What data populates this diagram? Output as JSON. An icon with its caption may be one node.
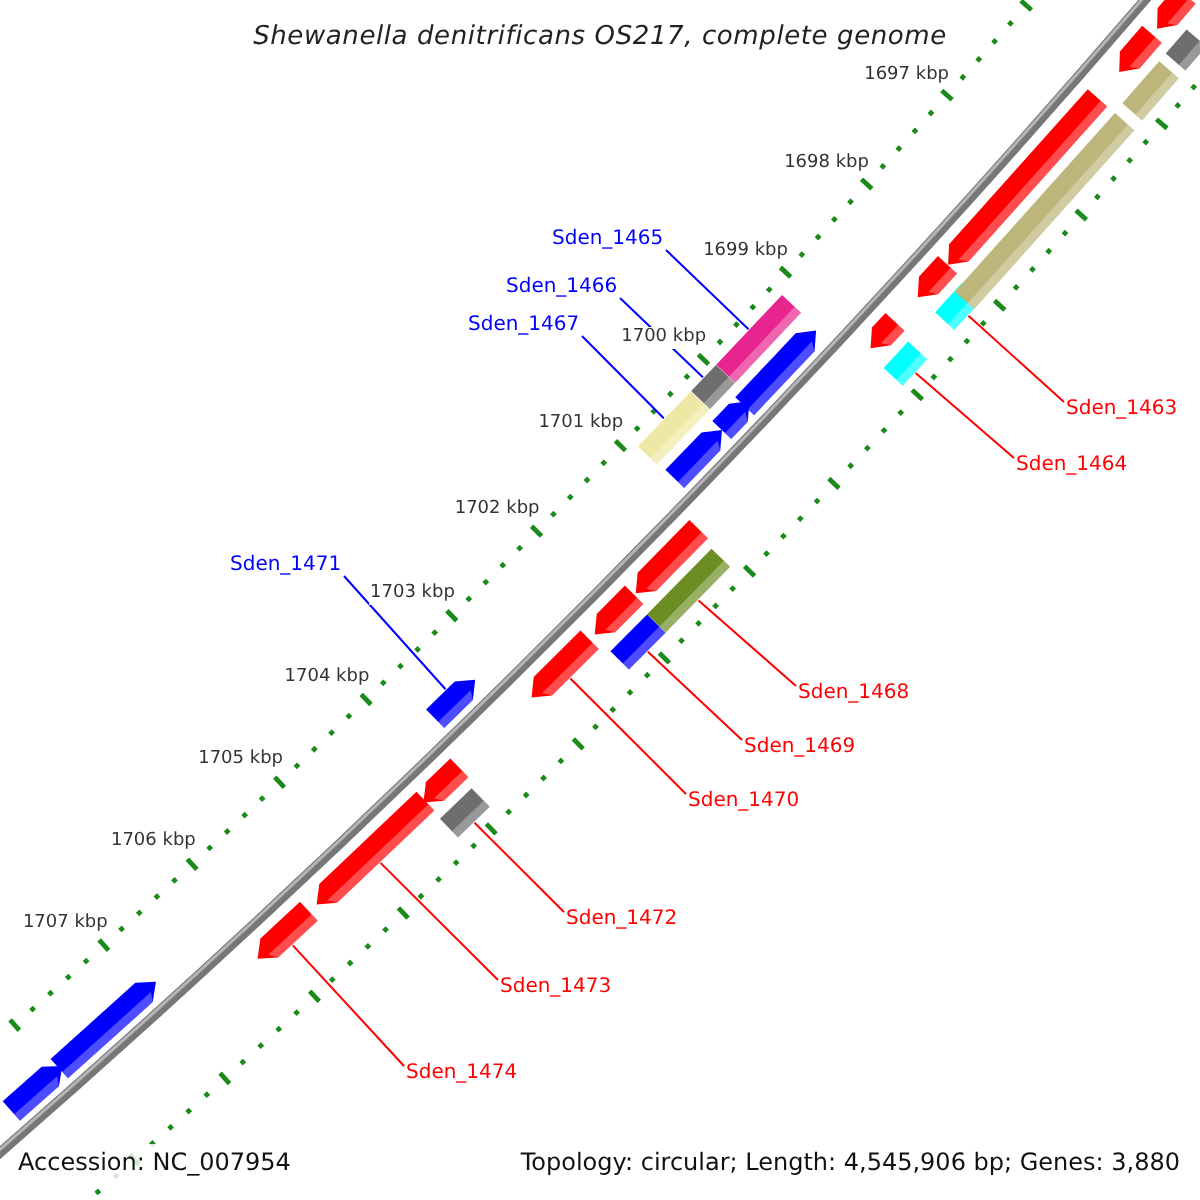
{
  "diagram": {
    "title": "Shewanella denitrificans OS217, complete genome",
    "nodes": [
      {
        "text": [
          "Sden_1465"
        ]
      },
      {
        "text": [
          "Sden_1466"
        ]
      },
      {
        "text": [
          "Sden_1467"
        ]
      },
      {
        "text": [
          "Sden_1463"
        ]
      },
      {
        "text": [
          "Sden_1464"
        ]
      },
      {
        "text": [
          "Sden_1471"
        ]
      },
      {
        "text": [
          "Sden_1468"
        ]
      },
      {
        "text": [
          "Sden_1469"
        ]
      },
      {
        "text": [
          "Sden_1470"
        ]
      },
      {
        "text": [
          "Sden_1472"
        ]
      },
      {
        "text": [
          "Sden_1473"
        ]
      },
      {
        "text": [
          "Sden_1474"
        ]
      },
      {
        "text": [],
        "shape": "bar"
      },
      {
        "text": [],
        "shape": "bar"
      },
      {
        "text": [],
        "shape": "bar"
      },
      {
        "text": [],
        "shape": "bar"
      },
      {
        "text": [],
        "shape": "bar"
      },
      {
        "text": [],
        "shape": "arrow"
      },
      {
        "text": [],
        "shape": "bar"
      },
      {
        "text": [],
        "shape": "bar"
      },
      {
        "text": [],
        "shape": "arrow"
      },
      {
        "text": [],
        "shape": "bar"
      },
      {
        "text": [],
        "shape": "arrow"
      },
      {
        "text": [],
        "shape": "arrow"
      },
      {
        "text": [],
        "shape": "arrow"
      },
      {
        "text": [],
        "shape": "arrow"
      },
      {
        "text": [],
        "shape": "arrow"
      },
      {
        "text": [],
        "shape": "arrow"
      },
      {
        "text": [],
        "shape": "arrow"
      },
      {
        "text": [],
        "shape": "arrow"
      },
      {
        "text": [],
        "shape": "arrow"
      },
      {
        "text": [],
        "shape": "arrow"
      },
      {
        "text": [],
        "shape": "arrow"
      },
      {
        "text": [],
        "shape": "arrow"
      },
      {
        "text": [],
        "shape": "arrow"
      },
      {
        "text": [],
        "shape": "arrow"
      },
      {
        "text": [],
        "shape": "arrow"
      },
      {
        "text": [],
        "shape": "bar"
      },
      {
        "text": [],
        "shape": "bar"
      },
      {
        "text": [],
        "shape": "bar"
      }
    ],
    "edges": [
      {
        "from": 0,
        "to": 12,
        "arrow": "none",
        "color": "#0000ff"
      },
      {
        "from": 1,
        "to": 13,
        "arrow": "none",
        "color": "#0000ff"
      },
      {
        "from": 2,
        "to": 14,
        "arrow": "none",
        "color": "#0000ff"
      },
      {
        "from": 3,
        "to": 15,
        "arrow": "none"
      },
      {
        "from": 4,
        "to": 16,
        "arrow": "none"
      },
      {
        "from": 5,
        "to": 17,
        "arrow": "none",
        "color": "#0000ff"
      },
      {
        "from": 6,
        "to": 18,
        "arrow": "none"
      },
      {
        "from": 7,
        "to": 19,
        "arrow": "none"
      },
      {
        "from": 8,
        "to": 20,
        "arrow": "none"
      },
      {
        "from": 9,
        "to": 21,
        "arrow": "none"
      },
      {
        "from": 10,
        "to": 22,
        "arrow": "none"
      },
      {
        "from": 11,
        "to": 23,
        "arrow": "none"
      }
    ],
    "labels": [
      "1697 kbp",
      "1698 kbp",
      "1699 kbp",
      "1700 kbp",
      "1701 kbp",
      "1702 kbp",
      "1703 kbp",
      "1704 kbp",
      "1705 kbp",
      "1706 kbp",
      "1707 kbp",
      "Accession: NC_007954",
      "Topology: circular; Length: 4,545,906 bp; Genes: 3,880"
    ]
  }
}
